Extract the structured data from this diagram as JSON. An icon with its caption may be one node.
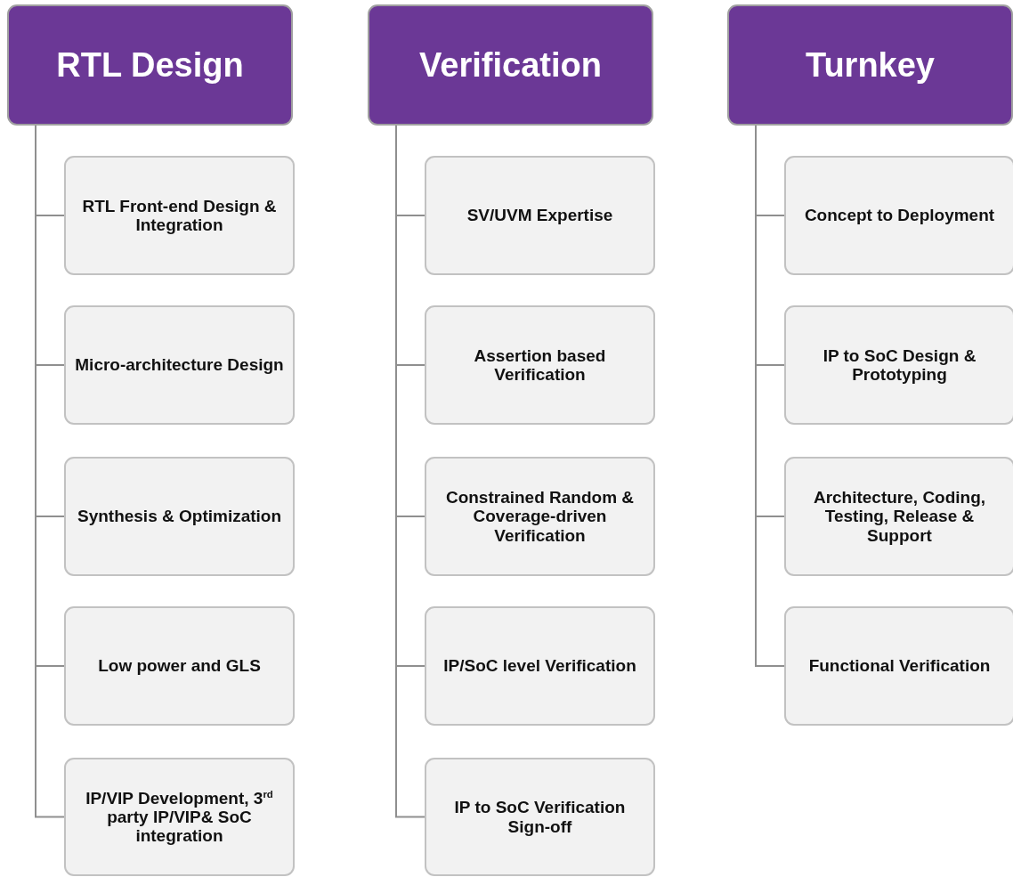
{
  "diagram": {
    "nodes": [
      {
        "text": [
          "RTL Design"
        ]
      },
      {
        "text": [
          "RTL Front-end Design & Integration"
        ]
      },
      {
        "text": [
          "Micro-architecture Design"
        ]
      },
      {
        "text": [
          "Synthesis & Optimization"
        ]
      },
      {
        "text": [
          "Low power and GLS"
        ]
      },
      {
        "text": [
          "IP/VIP Development, 3$^{rd}$ party IP/VIP& SoC integration"
        ]
      },
      {
        "text": [
          "Verification"
        ]
      },
      {
        "text": [
          "SV/UVM Expertise"
        ]
      },
      {
        "text": [
          "Assertion based Verification"
        ]
      },
      {
        "text": [
          "Constrained Random & Coverage-driven Verification"
        ]
      },
      {
        "text": [
          "IP/SoC level Verification"
        ]
      },
      {
        "text": [
          "IP to SoC Verification Sign-off"
        ]
      },
      {
        "text": [
          "Turnkey"
        ]
      },
      {
        "text": [
          "Concept to Deployment"
        ]
      },
      {
        "text": [
          "IP to SoC Design & Prototyping"
        ]
      },
      {
        "text": [
          "Architecture, Coding, Testing, Release & Support"
        ]
      },
      {
        "text": [
          "Functional Verification"
        ]
      }
    ],
    "edges": [
      {
        "from": 0,
        "to": 1,
        "arrow": "none"
      },
      {
        "from": 0,
        "to": 2,
        "arrow": "none"
      },
      {
        "from": 0,
        "to": 3,
        "arrow": "none"
      },
      {
        "from": 0,
        "to": 4,
        "arrow": "none"
      },
      {
        "from": 0,
        "to": 5,
        "arrow": "none"
      },
      {
        "from": 6,
        "to": 7,
        "arrow": "none"
      },
      {
        "from": 6,
        "to": 8,
        "arrow": "none"
      },
      {
        "from": 6,
        "to": 9,
        "arrow": "none"
      },
      {
        "from": 6,
        "to": 10,
        "arrow": "none"
      },
      {
        "from": 6,
        "to": 11,
        "arrow": "none"
      },
      {
        "from": 12,
        "to": 13,
        "arrow": "none"
      },
      {
        "from": 12,
        "to": 14,
        "arrow": "none"
      },
      {
        "from": 12,
        "to": 15,
        "arrow": "none"
      },
      {
        "from": 12,
        "to": 16,
        "arrow": "none"
      }
    ]
  }
}
